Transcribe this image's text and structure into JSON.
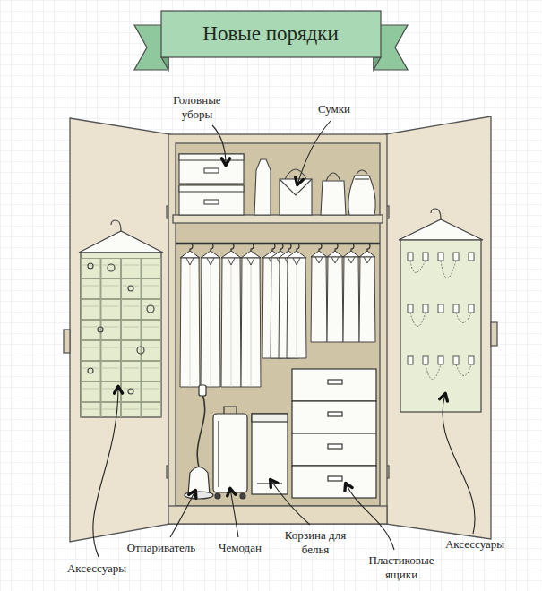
{
  "diagram": {
    "title": "Новые порядки",
    "labels": [
      "Головные уборы",
      "Сумки",
      "Аксессуары",
      "Отпариватель",
      "Чемодан",
      "Корзина для белья",
      "Пластиковые ящики",
      "Аксессуары"
    ]
  }
}
